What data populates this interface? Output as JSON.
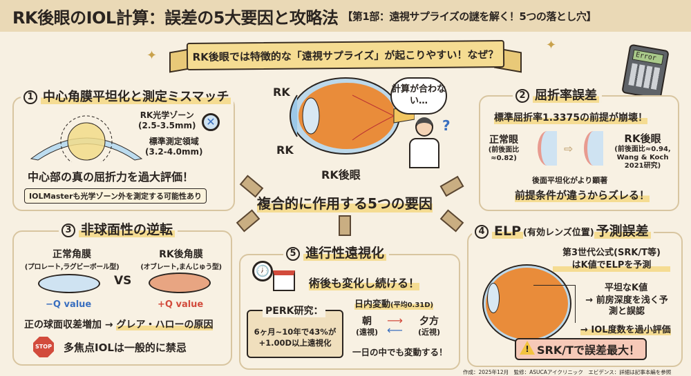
{
  "header": {
    "title": "RK後眼のIOL計算：誤差の5大要因と攻略法",
    "subtitle": "【第1部：遠視サプライズの謎を解く！5つの落とし穴】"
  },
  "banner": "RK後眼では特徴的な「遠視サプライズ」が起こりやすい！なぜ？",
  "center": {
    "rk_label_top": "RK",
    "rk_label_bottom": "RK",
    "eye_label": "RK後眼",
    "thought": "計算が合わない…",
    "question": "?",
    "main": "複合的に作用する5つの要因"
  },
  "calculator": {
    "screen": "Error"
  },
  "p1": {
    "num": "1",
    "title": "中心角膜平坦化と測定ミスマッチ",
    "zone1": "RK光学ゾーン",
    "zone1_range": "(2.5-3.5mm)",
    "zone2": "標準測定領域",
    "zone2_range": "(3.2-4.0mm)",
    "conclusion": "中心部の真の屈折力を過大評価！",
    "note": "IOLMasterも光学ゾーン外を測定する可能性あり"
  },
  "p2": {
    "num": "2",
    "title": "屈折率誤差",
    "headline": "標準屈折率1.3375の前提が崩壊！",
    "normal": "正常眼",
    "normal_ratio": "(前後面比≈0.82)",
    "rk": "RK後眼",
    "rk_ratio": "(前後面比≈0.94, Wang & Koch 2021研究)",
    "posterior": "後面平坦化がより顕著",
    "conclusion": "前提条件が違うからズレる！"
  },
  "p3": {
    "num": "3",
    "title": "非球面性の逆転",
    "normal": "正常角膜",
    "normal_type": "(プロレート,ラグビーボール型)",
    "vs": "VS",
    "rk": "RK後角膜",
    "rk_type": "(オブレート,まんじゅう型)",
    "neg_q": "−Q value",
    "pos_q": "+Q value",
    "effect": "正の球面収差増加",
    "arrow": "→",
    "cause": "グレア・ハローの原因",
    "stop": "STOP",
    "warning": "多焦点IOLは一般的に禁忌"
  },
  "p4": {
    "num": "4",
    "title": "ELP",
    "title_paren": "(有効レンズ位置)",
    "title_end": "予測誤差",
    "formula1": "第3世代公式(SRK/T等)",
    "formula2": "はK値でELPを予測",
    "step1": "平坦なK値",
    "step2": "前房深度を浅く予測と誤認",
    "step3": "IOL度数を過小評価",
    "alert": "SRK/Tで誤差最大！"
  },
  "p5": {
    "num": "5",
    "title": "進行性遠視化",
    "headline": "術後も変化し続ける！",
    "perk_title": "PERK研究：",
    "perk_body": "6ヶ月~10年で43%が+1.00D以上遠視化",
    "diurnal": "日内変動",
    "diurnal_avg": "(平均0.31D)",
    "morning": "朝",
    "morning_sub": "(遠視)",
    "evening": "夕方",
    "evening_sub": "(近視)",
    "diurnal_note": "一日の中でも変動する！"
  },
  "footer": "作成：2025年12月　監修：ASUCAアイクリニック　エビデンス：詳細は記事本編を参照",
  "colors": {
    "accent": "#f5dc92",
    "header_bg": "#ead9b6",
    "bg": "#f7f0e2",
    "panel_border": "#d8c5a0",
    "red": "#d24b3c",
    "blue": "#3a6fbf"
  }
}
